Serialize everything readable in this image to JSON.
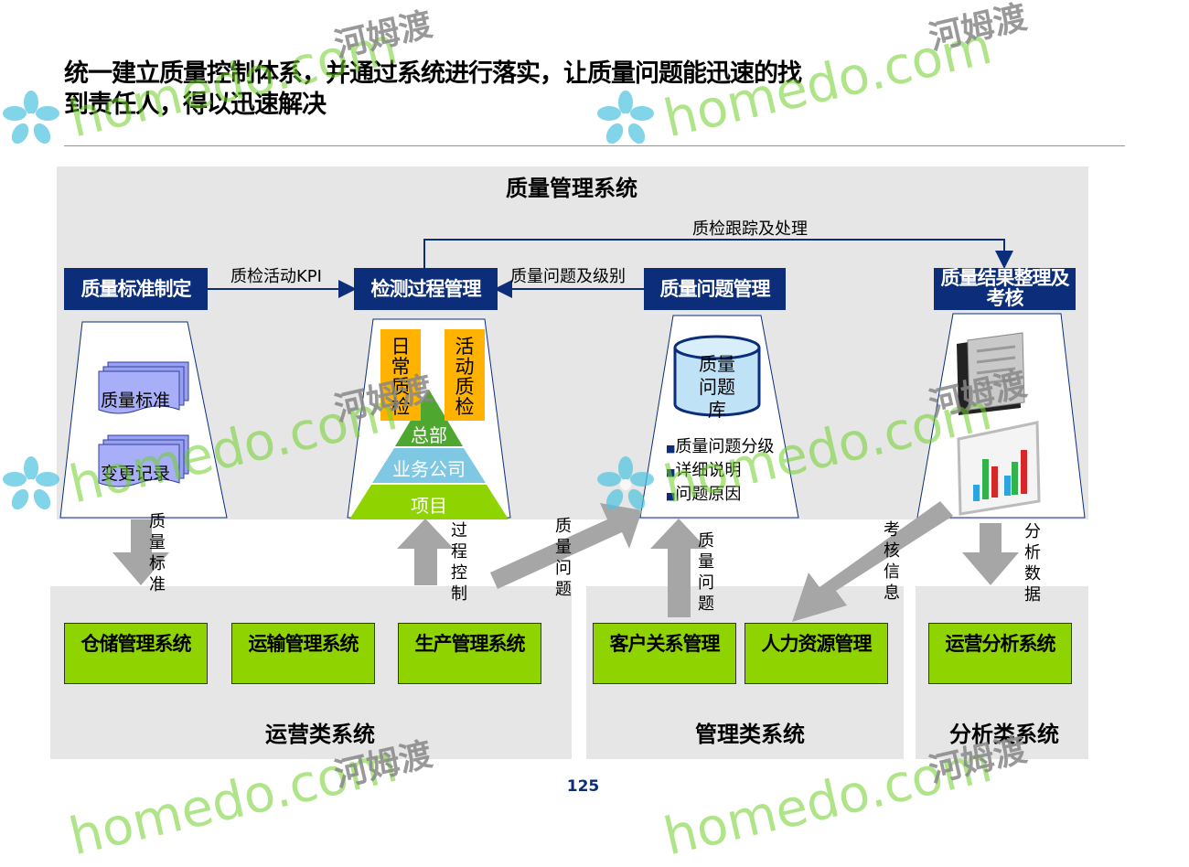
{
  "heading": {
    "line1": "统一建立质量控制体系，并通过系统进行落实，让质量问题能迅速的找",
    "line2": "到责任人，得以迅速解决"
  },
  "quality_system": {
    "title": "质量管理系统",
    "modules": {
      "standard": "质量标准制定",
      "inspection": "检测过程管理",
      "issue": "质量问题管理",
      "result": "质量结果整理及考核"
    },
    "flows": {
      "kpi": "质检活动KPI",
      "issue_level": "质量问题及级别",
      "tracking": "质检跟踪及处理"
    },
    "standard_docs": [
      "质量标准",
      "变更记录"
    ],
    "inspection_tags": [
      "日常质检",
      "活动质检"
    ],
    "pyramid": [
      "总部",
      "业务公司",
      "项目"
    ],
    "issue_db": "质量问题库",
    "issue_bullets": [
      "质量问题分级",
      "详细说明",
      "问题原因"
    ]
  },
  "arrows": {
    "quality_standard": "质量标准",
    "process_control": "过程控制",
    "quality_issue_ops": "质量问题",
    "quality_issue_mgmt": "质量问题",
    "assessment_info": "考核信息",
    "analysis_data": "分析数据"
  },
  "operations": {
    "title": "运营类系统",
    "systems": [
      "仓储管理系统",
      "运输管理系统",
      "生产管理系统"
    ]
  },
  "management": {
    "title": "管理类系统",
    "systems": [
      "客户关系管理",
      "人力资源管理"
    ]
  },
  "analysis": {
    "title": "分析类系统",
    "systems": [
      "运营分析系统"
    ]
  },
  "watermark": {
    "text": "homedo.com",
    "cn": "河姆渡"
  },
  "page_number": "125",
  "colors": {
    "navy": "#0b2d7a",
    "green": "#8fd400",
    "orange": "#ffb300",
    "panel": "#e6e6e6",
    "arrow": "#a6a6a6"
  }
}
